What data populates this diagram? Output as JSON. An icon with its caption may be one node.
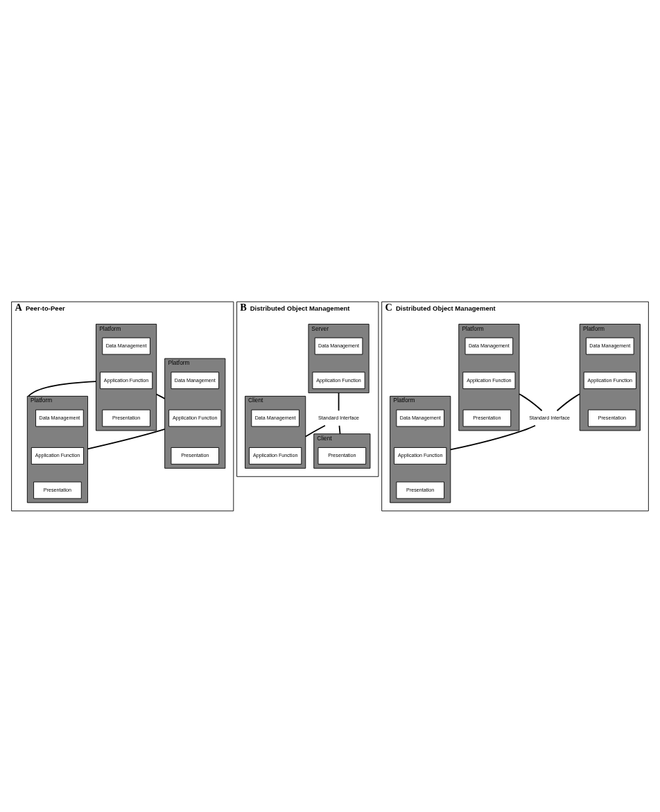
{
  "diagram": {
    "nodes": [
      {
        "text": [
          "A",
          "Peer-to-Peer"
        ]
      },
      {
        "text": [
          "Platform"
        ],
        "in": 0
      },
      {
        "text": [
          "Data Management"
        ],
        "in": 1
      },
      {
        "text": [
          "Application Function"
        ],
        "in": 1
      },
      {
        "text": [
          "Presentation"
        ],
        "in": 1
      },
      {
        "text": [
          "Platform"
        ],
        "in": 0
      },
      {
        "text": [
          "Data Management"
        ],
        "in": 5
      },
      {
        "text": [
          "Application Function"
        ],
        "in": 5
      },
      {
        "text": [
          "Presentation"
        ],
        "in": 5
      },
      {
        "text": [
          "Platform"
        ],
        "in": 0
      },
      {
        "text": [
          "Data Management"
        ],
        "in": 9
      },
      {
        "text": [
          "Application Function"
        ],
        "in": 9
      },
      {
        "text": [
          "Presentation"
        ],
        "in": 9
      },
      {
        "text": [
          "B",
          "Distributed Object Management"
        ]
      },
      {
        "text": [
          "Server"
        ],
        "in": 13
      },
      {
        "text": [
          "Data Management"
        ],
        "in": 14
      },
      {
        "text": [
          "Application Function"
        ],
        "in": 14
      },
      {
        "text": [
          "Standard Interface"
        ],
        "in": 13
      },
      {
        "text": [
          "Client"
        ],
        "in": 13
      },
      {
        "text": [
          "Data Management"
        ],
        "in": 18
      },
      {
        "text": [
          "Application Function"
        ],
        "in": 18
      },
      {
        "text": [
          "Client"
        ],
        "in": 13
      },
      {
        "text": [
          "Presentation"
        ],
        "in": 21
      },
      {
        "text": [
          "C",
          "Distributed Object Management"
        ]
      },
      {
        "text": [
          "Platform"
        ],
        "in": 23
      },
      {
        "text": [
          "Data Management"
        ],
        "in": 24
      },
      {
        "text": [
          "Application Function"
        ],
        "in": 24
      },
      {
        "text": [
          "Presentation"
        ],
        "in": 24
      },
      {
        "text": [
          "Platform"
        ],
        "in": 23
      },
      {
        "text": [
          "Data Management"
        ],
        "in": 28
      },
      {
        "text": [
          "Application Function"
        ],
        "in": 28
      },
      {
        "text": [
          "Presentation"
        ],
        "in": 28
      },
      {
        "text": [
          "Standard Interface"
        ],
        "in": 23
      },
      {
        "text": [
          "Platform"
        ],
        "in": 23
      },
      {
        "text": [
          "Data Management"
        ],
        "in": 33
      },
      {
        "text": [
          "Application Function"
        ],
        "in": 33
      },
      {
        "text": [
          "Presentation"
        ],
        "in": 33
      }
    ],
    "edges": [
      {
        "from": 1,
        "to": 5,
        "arrow": "none"
      },
      {
        "from": 1,
        "to": 9,
        "arrow": "none"
      },
      {
        "from": 5,
        "to": 9,
        "arrow": "none"
      },
      {
        "from": 14,
        "to": 17,
        "arrow": "none"
      },
      {
        "from": 17,
        "to": 18,
        "arrow": "none"
      },
      {
        "from": 17,
        "to": 21,
        "arrow": "none"
      },
      {
        "from": 24,
        "to": 32,
        "arrow": "none"
      },
      {
        "from": 28,
        "to": 32,
        "arrow": "none"
      },
      {
        "from": 32,
        "to": 33,
        "arrow": "none"
      }
    ]
  }
}
